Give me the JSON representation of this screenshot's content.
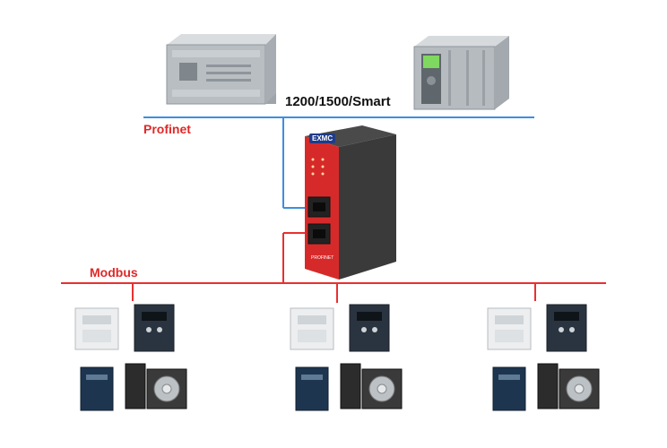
{
  "labels": {
    "plc": "1200/1500/Smart",
    "profinet": "Profinet",
    "modbus": "Modbus"
  },
  "gateway": {
    "brand": "EXMC",
    "model": "PROFINET"
  },
  "colors": {
    "profinet_line": "#3b8fe0",
    "modbus_line": "#e83030",
    "gateway_body": "#d62a2a",
    "gateway_side": "#3a3a3a"
  },
  "icons": [
    "plc-s7-1200-icon",
    "plc-s7-1500-icon",
    "gateway-icon",
    "energy-meter-icon",
    "inverter-icon",
    "drive-icon",
    "servo-motor-icon"
  ]
}
